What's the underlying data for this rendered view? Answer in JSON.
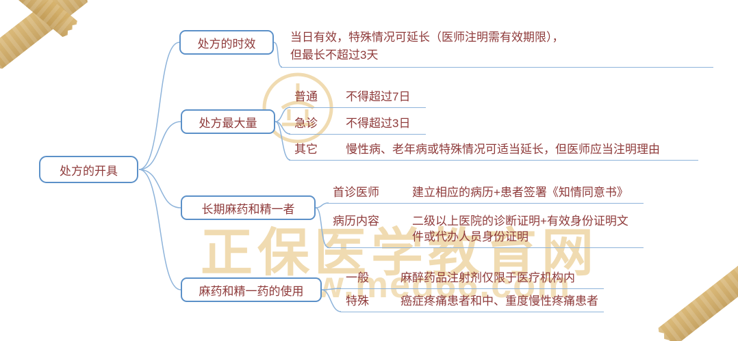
{
  "root": {
    "label": "处方的开具"
  },
  "branches": [
    {
      "label": "处方的时效",
      "leaves": [
        {
          "term": "",
          "desc": "当日有效，特殊情况可延长（医师注明需有效期限），但最长不超过3天"
        }
      ]
    },
    {
      "label": "处方最大量",
      "leaves": [
        {
          "term": "普通",
          "desc": "不得超过7日"
        },
        {
          "term": "急诊",
          "desc": "不得超过3日"
        },
        {
          "term": "其它",
          "desc": "慢性病、老年病或特殊情况可适当延长，但医师应当注明理由"
        }
      ]
    },
    {
      "label": "长期麻药和精一者",
      "leaves": [
        {
          "term": "首诊医师",
          "desc": "建立相应的病历+患者签署《知情同意书》"
        },
        {
          "term": "病历内容",
          "desc": "二级以上医院的诊断证明+有效身份证明文件或代办人员身份证明"
        }
      ]
    },
    {
      "label": "麻药和精一药的使用",
      "leaves": [
        {
          "term": "一般",
          "desc": "麻醉药品注射剂仅限于医疗机构内"
        },
        {
          "term": "特殊",
          "desc": "癌症疼痛患者和中、重度慢性疼痛患者"
        }
      ]
    }
  ],
  "watermark": {
    "brand": "正保医学教育网",
    "url": "www.med66.com"
  },
  "colors": {
    "node_border": "#5b90c8",
    "connector": "#8db3da",
    "text": "#8e3a3a",
    "watermark": "#e3b966"
  }
}
